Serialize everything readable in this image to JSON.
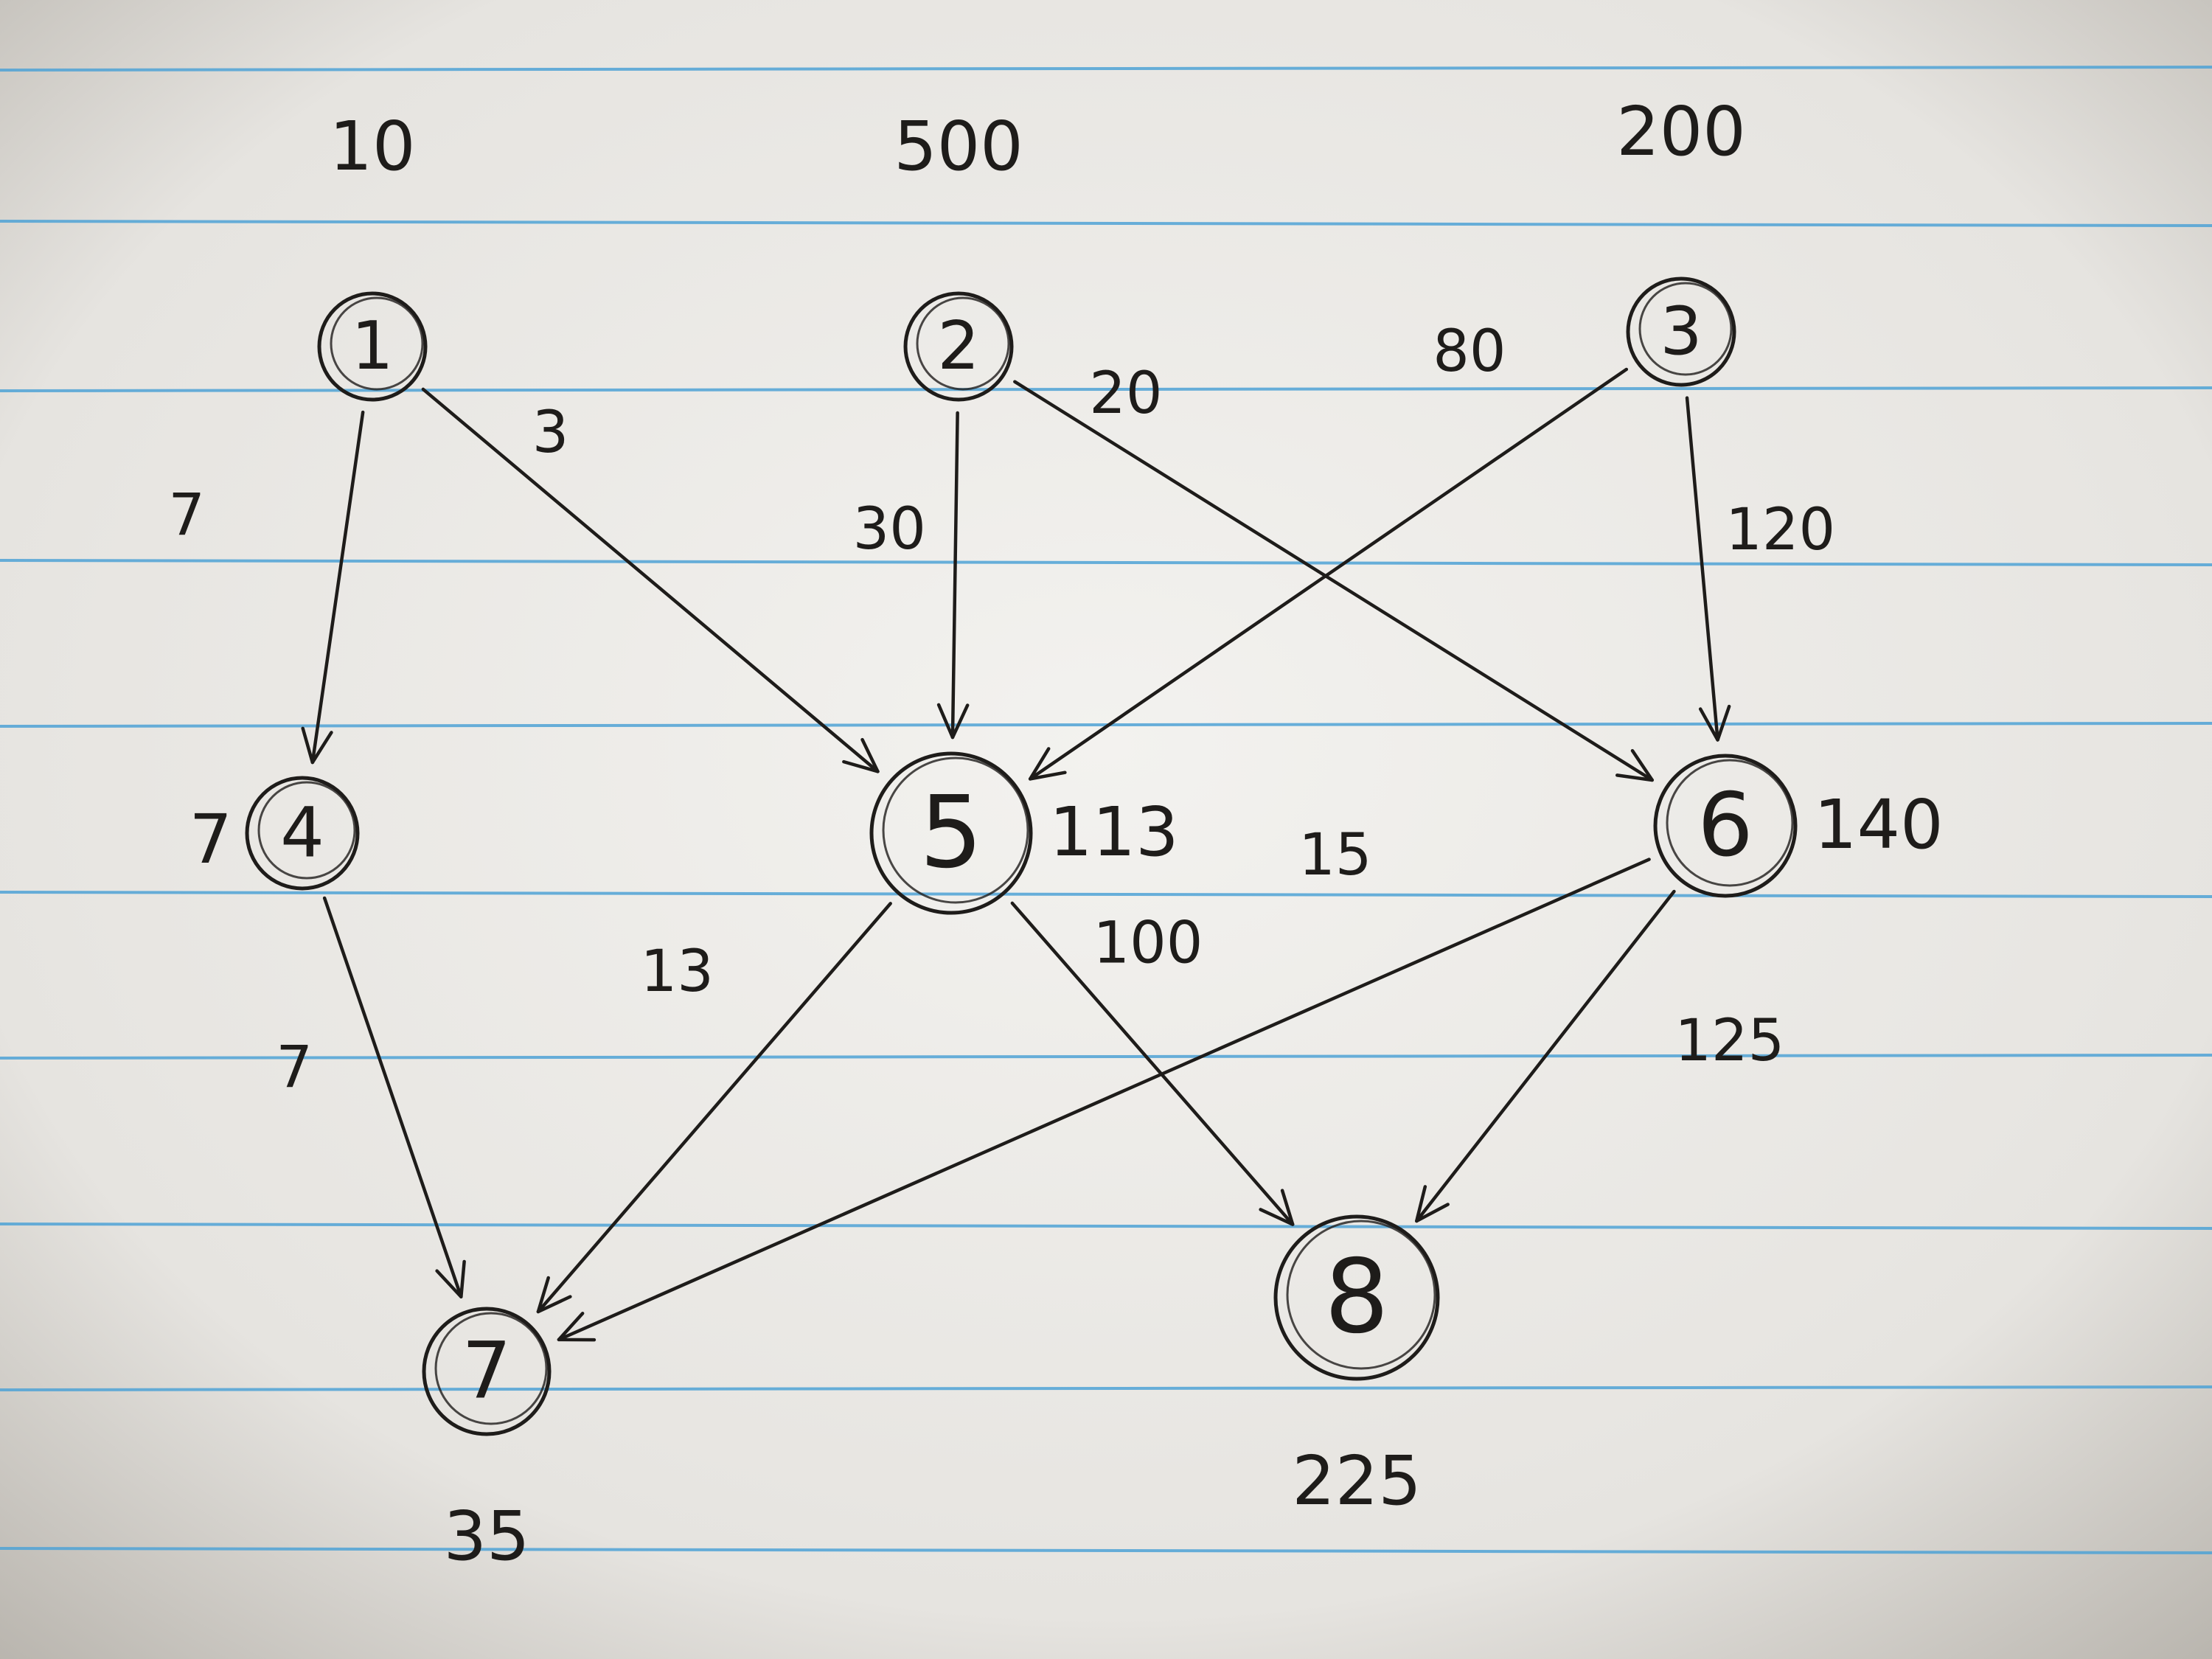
{
  "nodes": [
    {
      "id": "1",
      "label": "1",
      "value": "10",
      "value_pos": "above"
    },
    {
      "id": "2",
      "label": "2",
      "value": "500",
      "value_pos": "above"
    },
    {
      "id": "3",
      "label": "3",
      "value": "200",
      "value_pos": "above"
    },
    {
      "id": "4",
      "label": "4",
      "value": "7",
      "value_pos": "left"
    },
    {
      "id": "5",
      "label": "5",
      "value": "113",
      "value_pos": "right"
    },
    {
      "id": "6",
      "label": "6",
      "value": "140",
      "value_pos": "right"
    },
    {
      "id": "7",
      "label": "7",
      "value": "35",
      "value_pos": "below"
    },
    {
      "id": "8",
      "label": "8",
      "value": "225",
      "value_pos": "below"
    }
  ],
  "edges": [
    {
      "from": "1",
      "to": "4",
      "weight": "7"
    },
    {
      "from": "1",
      "to": "5",
      "weight": "3"
    },
    {
      "from": "2",
      "to": "5",
      "weight": "30"
    },
    {
      "from": "2",
      "to": "6",
      "weight": "20"
    },
    {
      "from": "3",
      "to": "5",
      "weight": "80"
    },
    {
      "from": "3",
      "to": "6",
      "weight": "120"
    },
    {
      "from": "4",
      "to": "7",
      "weight": "7"
    },
    {
      "from": "5",
      "to": "7",
      "weight": "13"
    },
    {
      "from": "5",
      "to": "8",
      "weight": "100"
    },
    {
      "from": "6",
      "to": "7",
      "weight": "15"
    },
    {
      "from": "6",
      "to": "8",
      "weight": "125"
    }
  ]
}
